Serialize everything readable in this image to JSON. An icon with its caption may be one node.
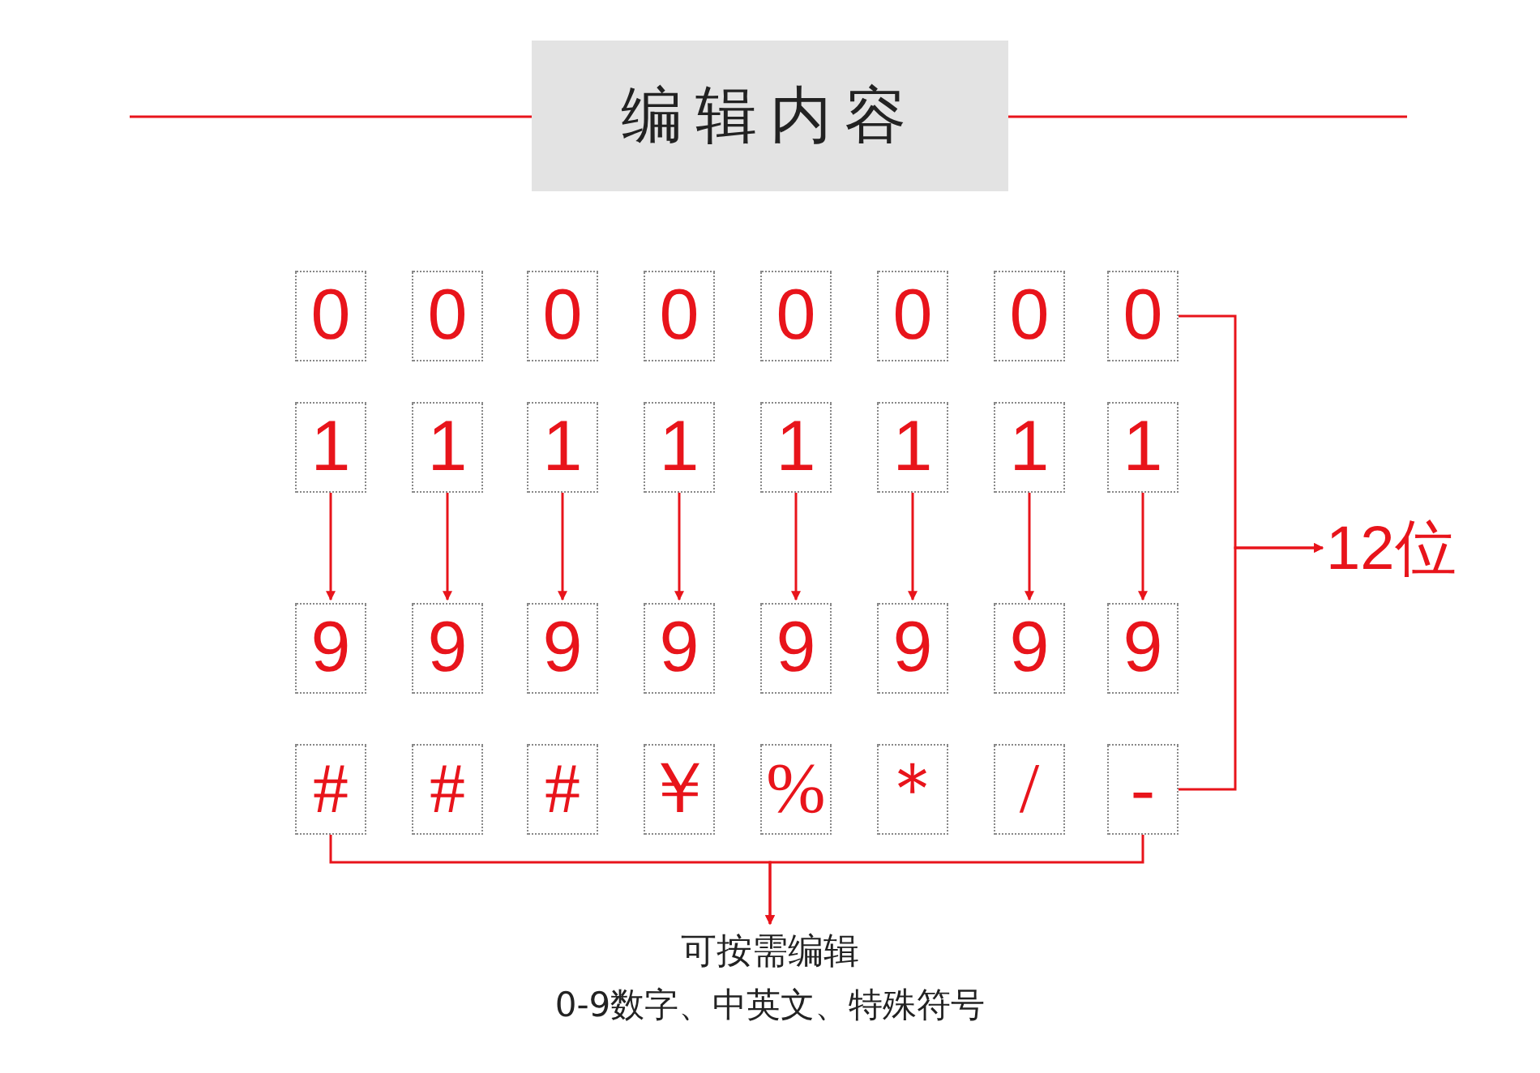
{
  "diagram": {
    "title": "编辑内容",
    "nodes": [
      {
        "text": [
          "0"
        ]
      },
      {
        "text": [
          "0"
        ]
      },
      {
        "text": [
          "0"
        ]
      },
      {
        "text": [
          "0"
        ]
      },
      {
        "text": [
          "0"
        ]
      },
      {
        "text": [
          "0"
        ]
      },
      {
        "text": [
          "0"
        ]
      },
      {
        "text": [
          "0"
        ]
      },
      {
        "text": [
          "1"
        ]
      },
      {
        "text": [
          "1"
        ]
      },
      {
        "text": [
          "1"
        ]
      },
      {
        "text": [
          "1"
        ]
      },
      {
        "text": [
          "1"
        ]
      },
      {
        "text": [
          "1"
        ]
      },
      {
        "text": [
          "1"
        ]
      },
      {
        "text": [
          "1"
        ]
      },
      {
        "text": [
          "9"
        ]
      },
      {
        "text": [
          "9"
        ]
      },
      {
        "text": [
          "9"
        ]
      },
      {
        "text": [
          "9"
        ]
      },
      {
        "text": [
          "9"
        ]
      },
      {
        "text": [
          "9"
        ]
      },
      {
        "text": [
          "9"
        ]
      },
      {
        "text": [
          "9"
        ]
      },
      {
        "text": [
          "#"
        ]
      },
      {
        "text": [
          "#"
        ]
      },
      {
        "text": [
          "#"
        ]
      },
      {
        "text": [
          "￥"
        ]
      },
      {
        "text": [
          "%"
        ]
      },
      {
        "text": [
          "＊"
        ]
      },
      {
        "text": [
          "/"
        ]
      },
      {
        "text": [
          "-"
        ]
      },
      {
        "text": [
          "12位"
        ]
      },
      {
        "text": [
          "可按需编辑",
          "0-9数字、中英文、特殊符号"
        ]
      }
    ],
    "edges": [
      {
        "from": 8,
        "to": 16,
        "arrow": "to"
      },
      {
        "from": 9,
        "to": 17,
        "arrow": "to"
      },
      {
        "from": 10,
        "to": 18,
        "arrow": "to"
      },
      {
        "from": 11,
        "to": 19,
        "arrow": "to"
      },
      {
        "from": 12,
        "to": 20,
        "arrow": "to"
      },
      {
        "from": 13,
        "to": 21,
        "arrow": "to"
      },
      {
        "from": 14,
        "to": 22,
        "arrow": "to"
      },
      {
        "from": 15,
        "to": 23,
        "arrow": "to"
      },
      {
        "from": 7,
        "to": 32,
        "arrow": "to"
      },
      {
        "from": 31,
        "to": 32,
        "arrow": "to"
      },
      {
        "from": 24,
        "to": 33,
        "arrow": "to"
      },
      {
        "from": 31,
        "to": 33,
        "arrow": "to"
      }
    ]
  }
}
